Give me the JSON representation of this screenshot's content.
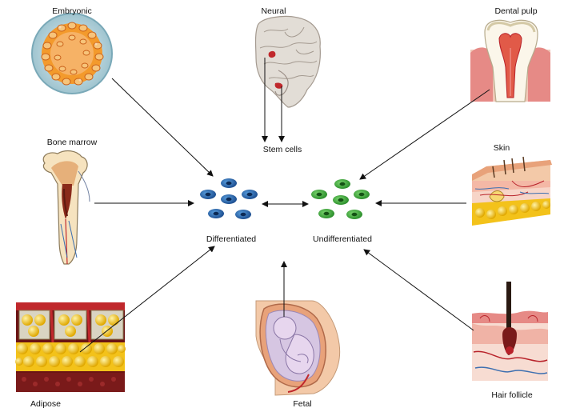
{
  "labels": {
    "embryonic": "Embryonic",
    "neural": "Neural",
    "dental_pulp": "Dental pulp",
    "bone_marrow": "Bone marrow",
    "stem_cells": "Stem cells",
    "skin": "Skin",
    "differentiated": "Differentiated",
    "undifferentiated": "Undifferentiated",
    "adipose": "Adipose",
    "fetal": "Fetal",
    "hair_follicle": "Hair follicle"
  },
  "colors": {
    "differentiated_cell": "#2f6fb5",
    "undifferentiated_cell": "#3fae3f",
    "arrow": "#111111",
    "fat": "#f3c21a",
    "tissue_red": "#b8222a",
    "skin_pink": "#f2c4b4"
  },
  "icons": {
    "embryonic": "embryo-cluster-icon",
    "neural": "brain-section-icon",
    "dental_pulp": "tooth-icon",
    "bone_marrow": "bone-icon",
    "skin": "skin-layers-icon",
    "adipose": "fat-tissue-icon",
    "fetal": "fetus-icon",
    "hair_follicle": "hair-follicle-icon"
  }
}
